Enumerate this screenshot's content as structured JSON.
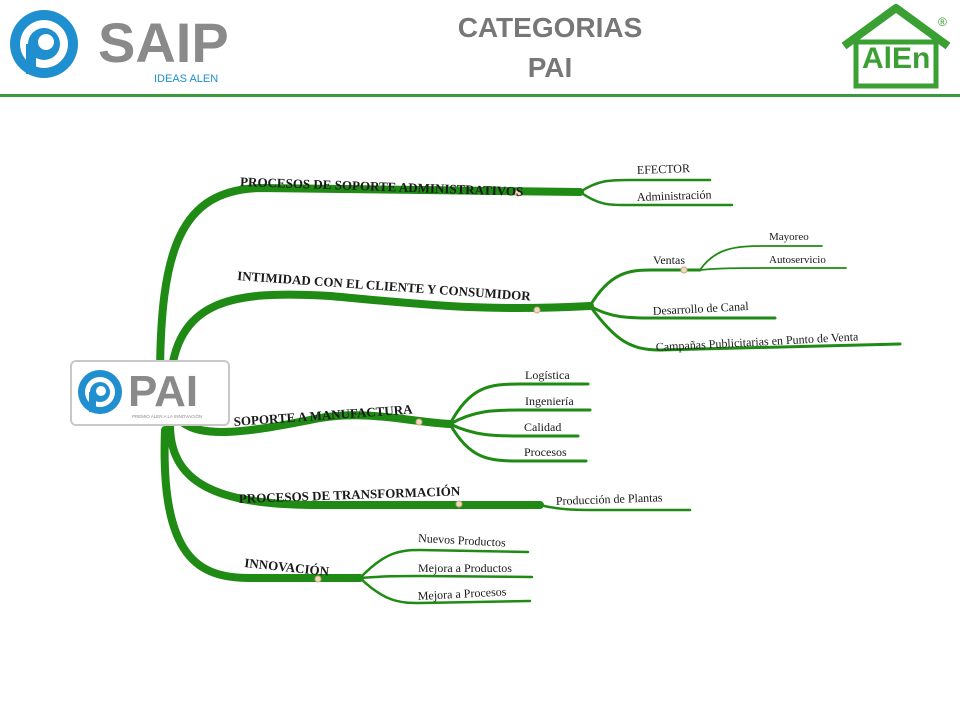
{
  "header": {
    "title_line1": "CATEGORIAS",
    "title_line2": "PAI",
    "left_logo": {
      "name": "SAIP",
      "tagline": "IDEAS ALEN"
    },
    "right_logo": {
      "name": "AlEn",
      "mark": "®"
    }
  },
  "center_logo": {
    "name": "PAI",
    "tagline": "PREMIO ALEN A LA INNOVACIÓN"
  },
  "branches": [
    {
      "label": "PROCESOS DE SOPORTE ADMINISTRATIVOS",
      "children": [
        {
          "label": "EFECTOR"
        },
        {
          "label": "Administración"
        }
      ]
    },
    {
      "label": "INTIMIDAD CON EL CLIENTE Y CONSUMIDOR",
      "children": [
        {
          "label": "Ventas",
          "children": [
            {
              "label": "Mayoreo"
            },
            {
              "label": "Autoservicio"
            }
          ]
        },
        {
          "label": "Desarrollo de Canal"
        },
        {
          "label": "Campañas Publicitarias en Punto de Venta"
        }
      ]
    },
    {
      "label": "SOPORTE A MANUFACTURA",
      "children": [
        {
          "label": "Logística"
        },
        {
          "label": "Ingeniería"
        },
        {
          "label": "Calidad"
        },
        {
          "label": "Procesos"
        }
      ]
    },
    {
      "label": "PROCESOS DE TRANSFORMACIÓN",
      "children": [
        {
          "label": "Producción de Plantas"
        }
      ]
    },
    {
      "label": "INNOVACIÓN",
      "children": [
        {
          "label": "Nuevos Productos"
        },
        {
          "label": "Mejora a Productos"
        },
        {
          "label": "Mejora a Procesos"
        }
      ]
    }
  ],
  "colors": {
    "branch": "#1f8a14",
    "rule": "#3a9a3a",
    "title": "#777777",
    "logo_blue": "#1f8fd0",
    "logo_gray": "#8a8a8a",
    "logo_green": "#3aa033"
  }
}
